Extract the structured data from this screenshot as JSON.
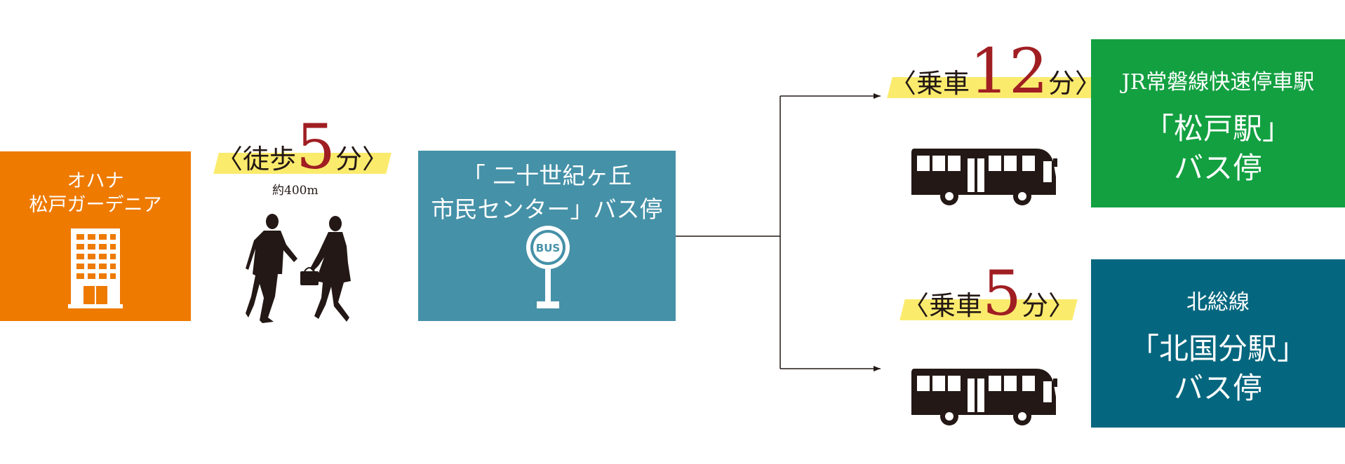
{
  "origin": {
    "line1": "オハナ",
    "line2": "松戸ガーデニア",
    "icon": "building-icon",
    "color": "#ee7a00"
  },
  "walk": {
    "prefix": "〈徒歩",
    "minutes": "5",
    "suffix": "分〉",
    "distance": "約400m",
    "icon": "walking-people-icon"
  },
  "bus_stop": {
    "line1": "「 二十世紀ヶ丘",
    "line2": "市民センター」バス停",
    "sign_label": "BUS",
    "icon": "bus-stop-sign-icon",
    "color": "#4591a8"
  },
  "routes": [
    {
      "ride_prefix": "〈乗車",
      "ride_minutes": "12",
      "ride_suffix": "分〉",
      "icon": "bus-icon",
      "dest_line1": "JR常磐線快速停車駅",
      "dest_line2": "「松戸駅」",
      "dest_line3": "バス停",
      "color": "#13a041"
    },
    {
      "ride_prefix": "〈乗車",
      "ride_minutes": "5",
      "ride_suffix": "分〉",
      "icon": "bus-icon",
      "dest_line1": "北総線",
      "dest_line2": "「北国分駅」",
      "dest_line3": "バス停",
      "color": "#05677f"
    }
  ],
  "colors": {
    "highlight": "#fbeb6d",
    "number_red": "#a01e22",
    "text_dark": "#231815",
    "silhouette": "#231815",
    "line": "#231815"
  }
}
